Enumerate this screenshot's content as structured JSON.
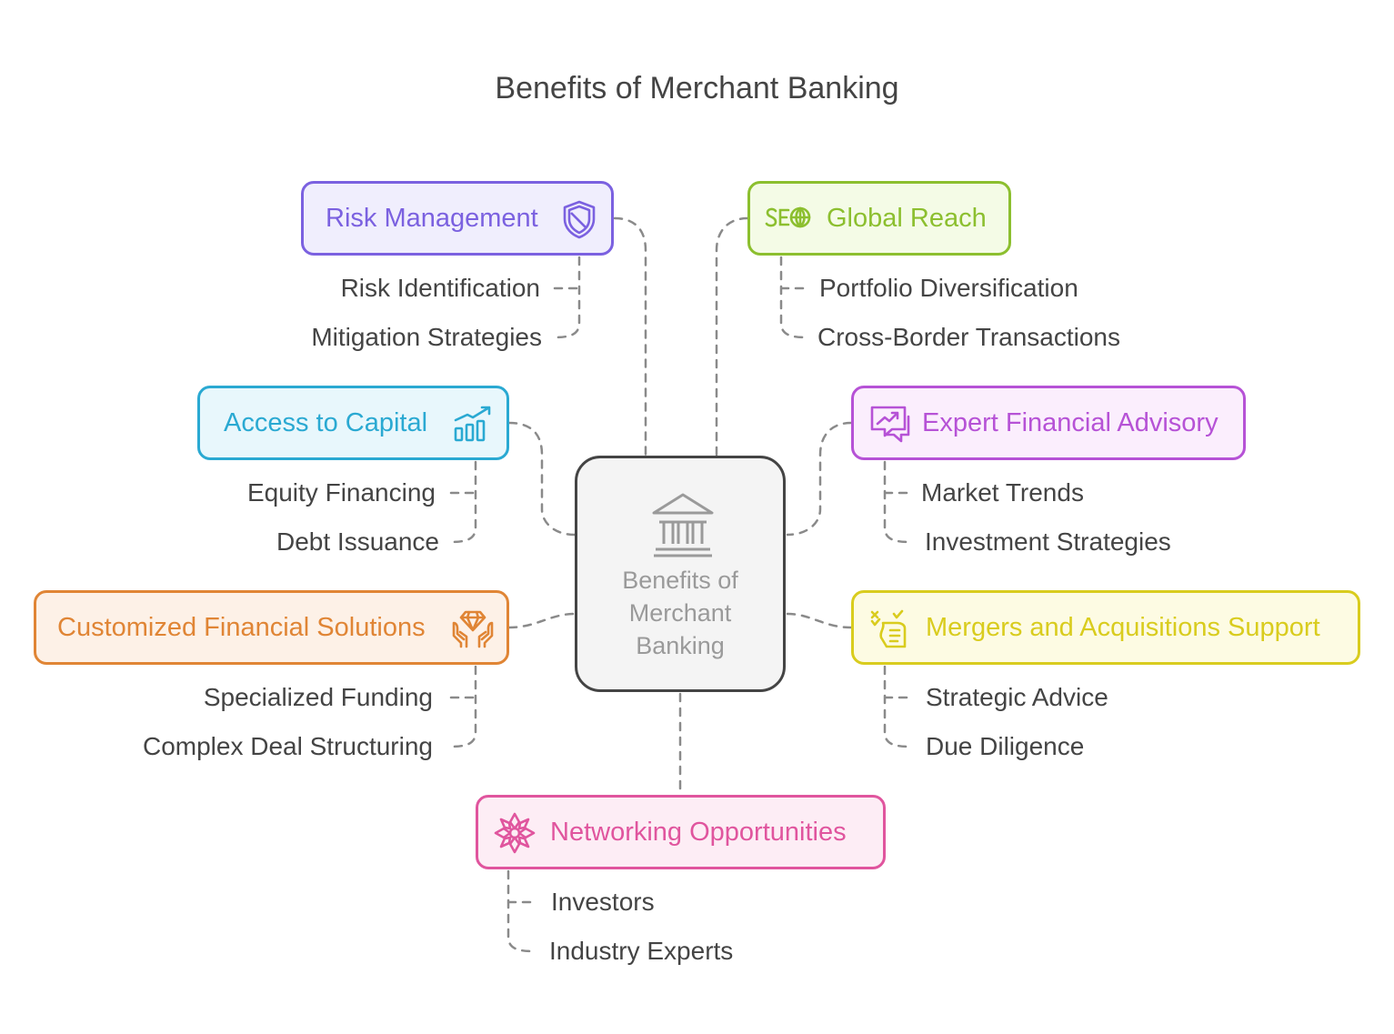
{
  "title": "Benefits of Merchant Banking",
  "center": {
    "line1": "Benefits of",
    "line2": "Merchant",
    "line3": "Banking",
    "icon": "bank-building-icon"
  },
  "nodes": {
    "risk": {
      "label": "Risk Management",
      "icon": "shield-icon",
      "color": "#7b61e0",
      "fill": "#f0eefd",
      "items": [
        "Risk Identification",
        "Mitigation Strategies"
      ]
    },
    "global": {
      "label": "Global Reach",
      "icon": "seo-globe-icon",
      "color": "#8cbf2f",
      "fill": "#f4fbe6",
      "items": [
        "Portfolio Diversification",
        "Cross-Border Transactions"
      ]
    },
    "capital": {
      "label": "Access to Capital",
      "icon": "growth-chart-icon",
      "color": "#2aa9d2",
      "fill": "#e8f7fc",
      "items": [
        "Equity Financing",
        "Debt Issuance"
      ]
    },
    "advisory": {
      "label": "Expert Financial Advisory",
      "icon": "chat-trend-icon",
      "color": "#b652d6",
      "fill": "#fbeefd",
      "items": [
        "Market Trends",
        "Investment Strategies"
      ]
    },
    "custom": {
      "label": "Customized Financial Solutions",
      "icon": "hands-gem-icon",
      "color": "#e08535",
      "fill": "#fdf1e7",
      "items": [
        "Specialized Funding",
        "Complex Deal Structuring"
      ]
    },
    "mergers": {
      "label": "Mergers and Acquisitions Support",
      "icon": "checklist-icon",
      "color": "#d9cc1e",
      "fill": "#fdfbe3",
      "items": [
        "Strategic Advice",
        "Due Diligence"
      ]
    },
    "network": {
      "label": "Networking Opportunities",
      "icon": "network-star-icon",
      "color": "#e0559e",
      "fill": "#fdedf5",
      "items": [
        "Investors",
        "Industry Experts"
      ]
    }
  },
  "connector_color": "#8a8a8a"
}
